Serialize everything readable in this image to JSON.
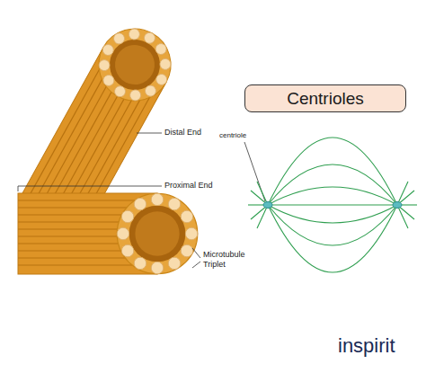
{
  "diagram": {
    "nodes": [
      {
        "text": [
          "Centrioles"
        ]
      }
    ],
    "labels": [
      "Distal End",
      "Proximal End",
      "Microtubule Triplet",
      "centriole",
      "inspirit"
    ]
  }
}
